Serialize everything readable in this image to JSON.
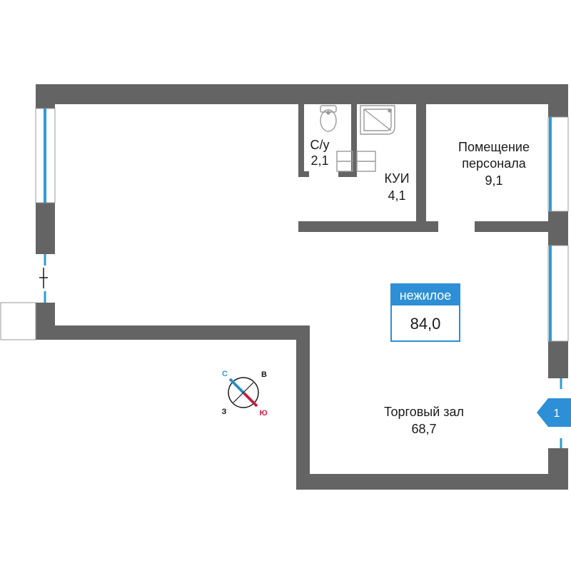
{
  "plan": {
    "badge": {
      "heading": "нежилое",
      "area": "84,0"
    },
    "rooms": {
      "wc": {
        "name": "С/у",
        "area": "2,1"
      },
      "kui": {
        "name": "КУИ",
        "area": "4,1"
      },
      "staff": {
        "name_line1": "Помещение",
        "name_line2": "персонала",
        "area": "9,1"
      },
      "hall": {
        "name": "Торговый зал",
        "area": "68,7"
      }
    },
    "entrance": {
      "number": "1"
    },
    "compass": {
      "n": "С",
      "e": "В",
      "s": "Ю",
      "w": "З"
    }
  },
  "colors": {
    "wall": "#646464",
    "window": "#2e9bd6",
    "accent": "#2d8fd5",
    "south": "#d6224a",
    "fixture": "#9a9a9a"
  }
}
